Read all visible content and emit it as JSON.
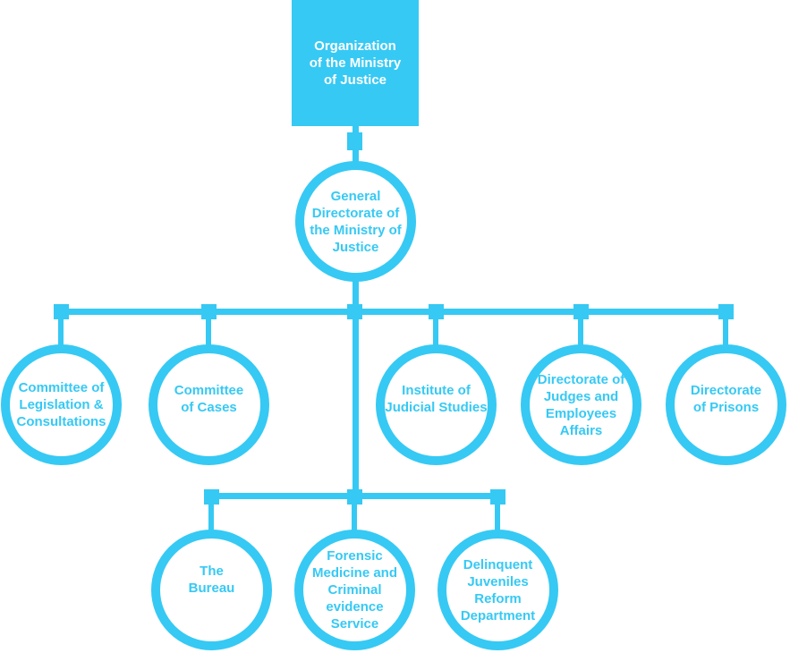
{
  "colors": {
    "accent": "#36C9F4",
    "root_text": "#FFFFFF",
    "node_text": "#36C9F4",
    "background": "#FFFFFF"
  },
  "nodes": {
    "root": {
      "label": "Organization\nof the Ministry\nof Justice"
    },
    "general_directorate": {
      "label": "General\nDirectorate of\nthe Ministry of\nJustice"
    },
    "level2": [
      {
        "label": "Committee of\nLegislation &\nConsultations"
      },
      {
        "label": "Committee\nof Cases"
      },
      {
        "label": "Institute of\nJudicial Studies"
      },
      {
        "label": "Directorate of\nJudges and\nEmployees\nAffairs"
      },
      {
        "label": "Directorate\nof Prisons"
      }
    ],
    "level3": [
      {
        "label": "The\nBureau"
      },
      {
        "label": "Forensic\nMedicine and\nCriminal\nevidence\nService"
      },
      {
        "label": "Delinquent\nJuveniles Reform\nDepartment"
      }
    ]
  }
}
